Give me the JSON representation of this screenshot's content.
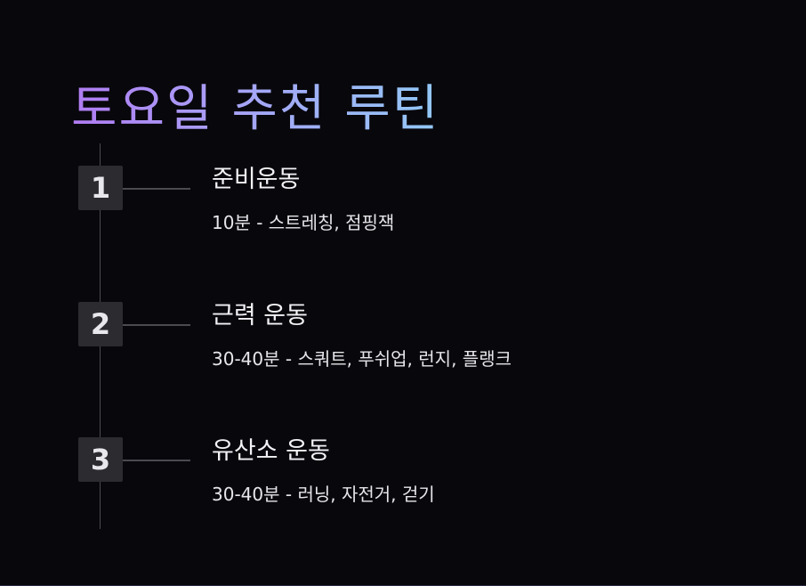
{
  "title": "토요일 추천 루틴",
  "colors": {
    "background": "#08070c",
    "title_gradient_start": "#b07cf2",
    "title_gradient_end": "#92c8f6",
    "badge_background": "#2b2b30",
    "timeline": "#4a4a50"
  },
  "steps": [
    {
      "number": "1",
      "title": "준비운동",
      "description": "10분 - 스트레칭, 점핑잭"
    },
    {
      "number": "2",
      "title": "근력 운동",
      "description": "30-40분 - 스쿼트, 푸쉬업, 런지, 플랭크"
    },
    {
      "number": "3",
      "title": "유산소 운동",
      "description": "30-40분 - 러닝, 자전거, 걷기"
    }
  ]
}
